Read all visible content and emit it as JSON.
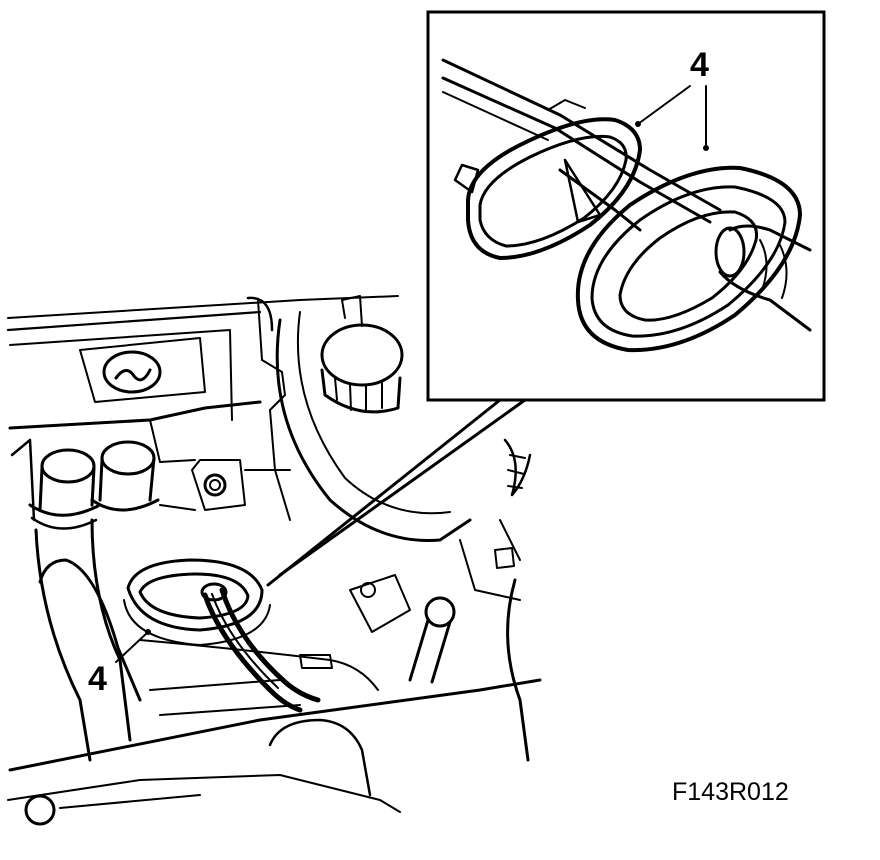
{
  "figure": {
    "id_label": "F143R012",
    "callouts": [
      {
        "key": "main",
        "text": "4"
      },
      {
        "key": "inset",
        "text": "4"
      }
    ]
  },
  "colors": {
    "ink": "#000000",
    "paper": "#ffffff"
  }
}
